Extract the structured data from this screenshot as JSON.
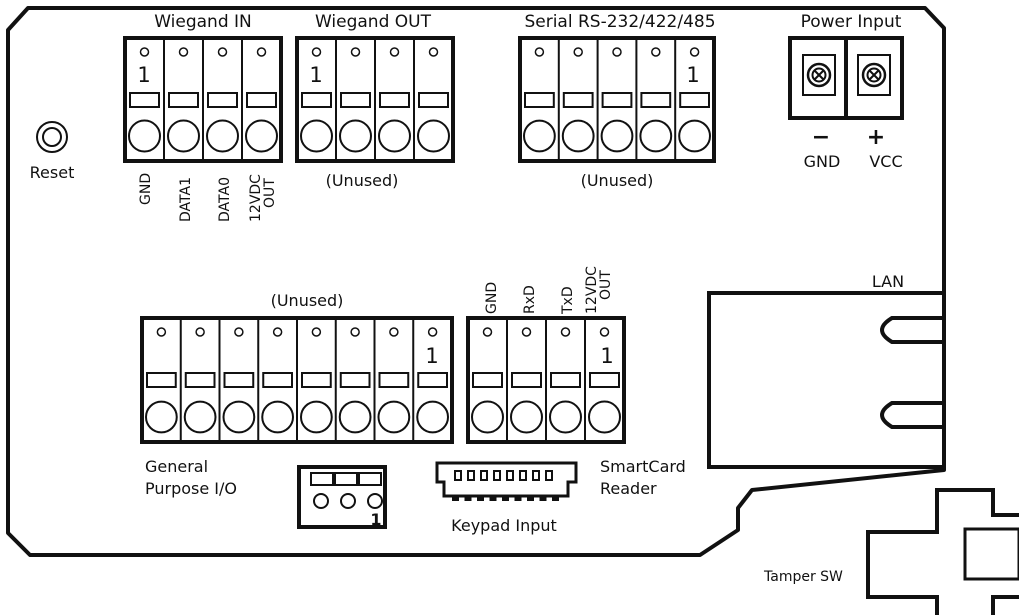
{
  "colors": {
    "ink": "#111111",
    "background": "#ffffff"
  },
  "board": {
    "reset_label": "Reset",
    "wiegand_in": {
      "title": "Wiegand IN",
      "pin1": "1",
      "pins": [
        "GND",
        "DATA1",
        "DATA0",
        "12VDC\nOUT"
      ]
    },
    "wiegand_out": {
      "title": "Wiegand OUT",
      "pin1": "1",
      "note": "(Unused)"
    },
    "serial": {
      "title": "Serial RS-232/422/485",
      "pin1": "1",
      "note": "(Unused)"
    },
    "power": {
      "title": "Power Input",
      "minus": "−",
      "plus": "+",
      "gnd": "GND",
      "vcc": "VCC"
    },
    "lan_label": "LAN",
    "gpio": {
      "note": "(Unused)",
      "pin1": "1",
      "label_line1": "General",
      "label_line2": "Purpose I/O"
    },
    "smartcard": {
      "pin1": "1",
      "pins": [
        "GND",
        "RxD",
        "TxD",
        "12VDC\nOUT"
      ],
      "label_line1": "SmartCard",
      "label_line2": "Reader"
    },
    "small_connector": {
      "pin1": "1"
    },
    "keypad": {
      "label": "Keypad Input"
    },
    "tamper_label": "Tamper SW"
  }
}
